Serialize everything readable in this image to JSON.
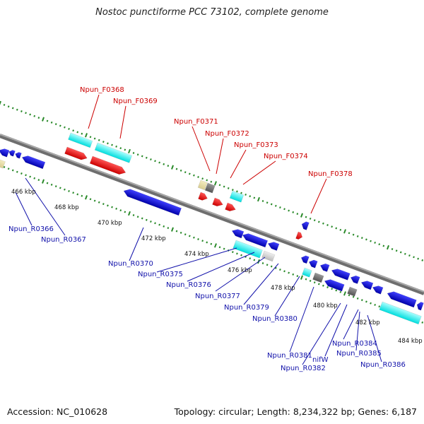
{
  "title": "Nostoc punctiforme PCC 73102, complete genome",
  "footer": {
    "accession": "Accession: NC_010628",
    "stats": "Topology: circular; Length: 8,234,322 bp; Genes: 6,187"
  },
  "colors": {
    "forward_gene": "#ee0000",
    "reverse_gene": "#1111dd",
    "rna_gene": "#00eeee",
    "pseudo_gene": "#777777",
    "other_gene": "#e6dca0",
    "label_forward": "#cc0000",
    "label_reverse": "#1111aa",
    "tick": "#2a8a2a",
    "backbone": "#888888"
  },
  "kbp_labels": [
    "466 kbp",
    "468 kbp",
    "470 kbp",
    "472 kbp",
    "474 kbp",
    "476 kbp",
    "478 kbp",
    "480 kbp",
    "482 kbp",
    "484 kbp"
  ],
  "forward_labels": [
    "Npun_F0368",
    "Npun_F0369",
    "Npun_F0371",
    "Npun_F0372",
    "Npun_F0373",
    "Npun_F0374",
    "Npun_F0378"
  ],
  "reverse_labels": [
    "Npun_R0366",
    "Npun_R0367",
    "Npun_R0370",
    "Npun_R0375",
    "Npun_R0376",
    "Npun_R0377",
    "Npun_R0379",
    "Npun_R0380",
    "Npun_R0381",
    "Npun_R0382",
    "nifW",
    "Npun_R0384",
    "Npun_R0385",
    "Npun_R0386"
  ]
}
